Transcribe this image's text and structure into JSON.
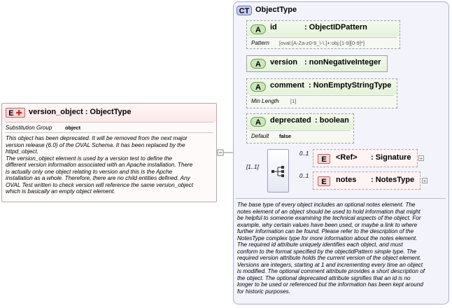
{
  "element": {
    "tag": "E",
    "name": "version_object",
    "type": ": ObjectType",
    "substitution_label": "Substitution Group",
    "substitution_value": "object",
    "description": [
      "This object has been deprecated. It will be removed from the next major",
      "version release (6.0) of the OVAL Schema. It has been replaced by the",
      "httpd_object.",
      "The version_object element is used by a version test to define the",
      "different version information associated with an Apache installation. There",
      "is actually only one object relating to version and this is the Apche",
      "installation as a whole. Therefore, there are no child entities defined. Any",
      "OVAL Test written to check version will reference the same version_object",
      "which is basically an empty object element."
    ]
  },
  "complex_type": {
    "tag": "CT",
    "name": "ObjectType",
    "attributes": [
      {
        "tag": "A",
        "name": "id",
        "type": ": ObjectIDPattern",
        "facet_label": "Pattern",
        "facet_value": "[oval:[A-Za-z0-9_\\-\\.]+:obj:[1-9][0-9]*]"
      },
      {
        "tag": "A",
        "name": "version",
        "type": ": nonNegativeInteger"
      },
      {
        "tag": "A",
        "name": "comment",
        "type": ": NonEmptyStringType",
        "facet_label": "Min Length",
        "facet_value": "[1]"
      },
      {
        "tag": "A",
        "name": "deprecated",
        "type": ": boolean",
        "facet_label": "Default",
        "facet_value": "false"
      }
    ],
    "sequence_cardinality": "[1..1]",
    "children": [
      {
        "tag": "E",
        "name": "<Ref>",
        "type": ": Signature",
        "cardinality": "0..1"
      },
      {
        "tag": "E",
        "name": "notes",
        "type": ": NotesType",
        "cardinality": "0..1"
      }
    ],
    "description": [
      "The base type of every object includes an optional notes element. The",
      "notes element of an object should be used to hold information that might",
      "be helpful to someone examining the technical aspects of the object. For",
      "example, why certain values have been used, or maybe a link to where",
      "further information can be found. Please refer to the description of the",
      "NotesType complex type for more information about the notes element.",
      "The required id attribute uniquely identifies each object, and must",
      "conform to the format specified by the objectidPattern simple type. The",
      "required version attribute holds the current version of the object element.",
      "Versions are integers, starting at 1 and incrementing every time an object",
      "is modified. The optional comment attribute provides a short description of",
      "the object. The optional deprecated attribute signifies that an id is no",
      "longer to be used or referenced but the information has been kept around",
      "for historic purposes."
    ]
  },
  "icons": {
    "element_plus": "plus-icon",
    "sequence": "sequence-icon",
    "expand": "expand-plus-icon"
  }
}
